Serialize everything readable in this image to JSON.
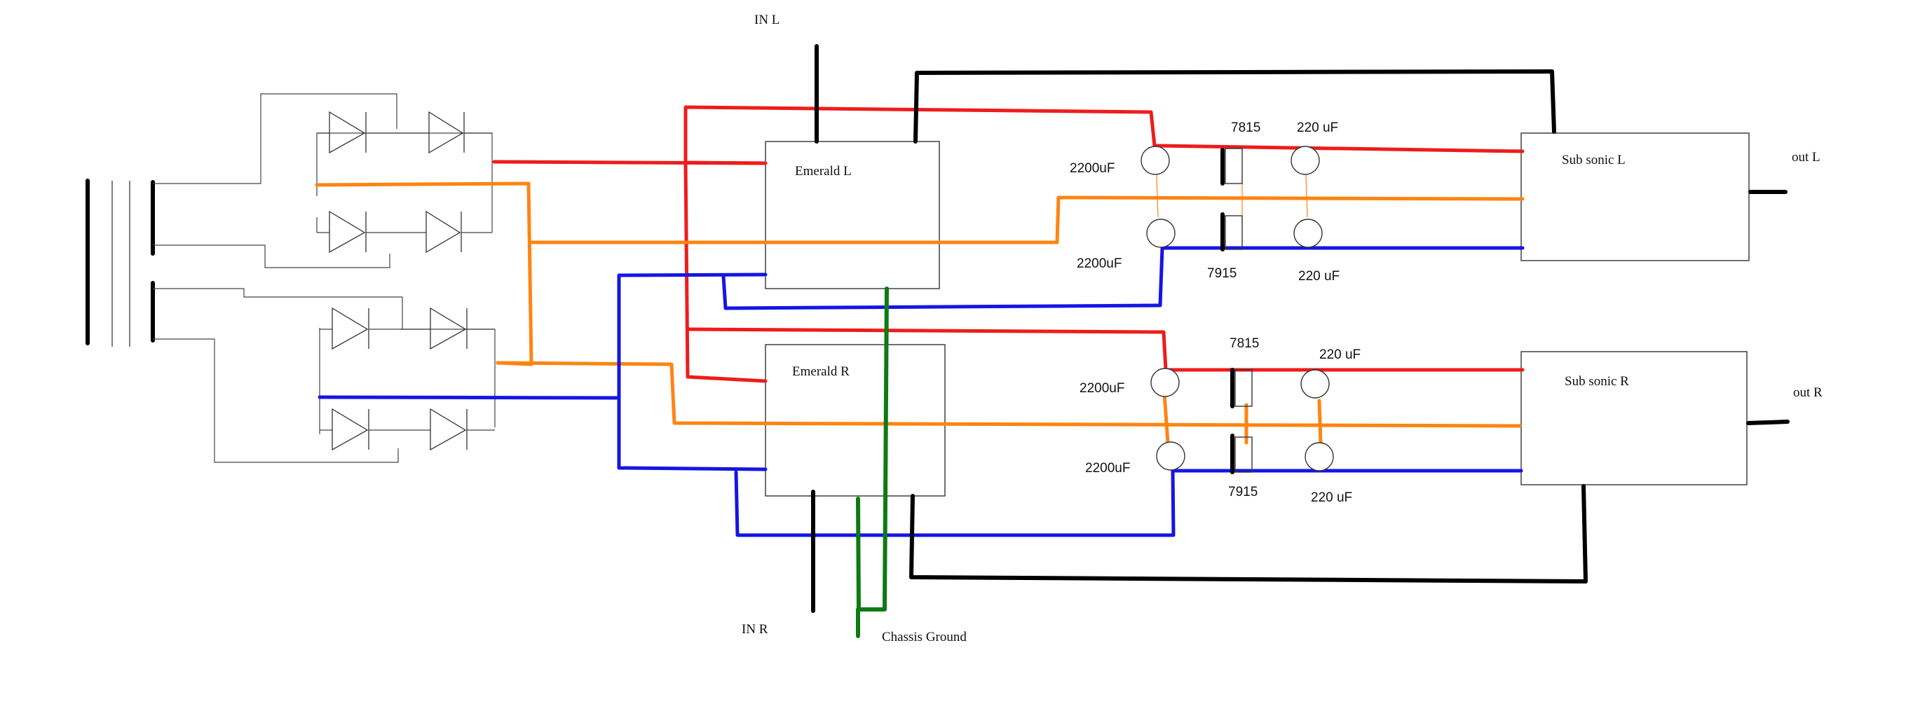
{
  "labels": {
    "in_l": "IN L",
    "in_r": "IN R",
    "chassis_ground": "Chassis Ground",
    "out_l": "out L",
    "out_r": "out R"
  },
  "modules": {
    "emerald_l": "Emerald L",
    "emerald_r": "Emerald R",
    "subsonic_l": "Sub sonic L",
    "subsonic_r": "Sub sonic R"
  },
  "components": {
    "left_channel": {
      "cap_top": "2200uF",
      "cap_bottom": "2200uF",
      "reg_top": "7815",
      "reg_bottom": "7915",
      "small_cap_top": "220  uF",
      "small_cap_bottom": "220  uF"
    },
    "right_channel": {
      "cap_top": "2200uF",
      "cap_bottom": "2200uF",
      "reg_top": "7815",
      "reg_bottom": "7915",
      "small_cap_top": "220  uF",
      "small_cap_bottom": "220  uF"
    }
  },
  "wire_colors": {
    "positive": "#ee1c1c",
    "center": "#ff8412",
    "negative": "#1515e6",
    "signal": "#000000",
    "ground": "#0d7a12"
  }
}
